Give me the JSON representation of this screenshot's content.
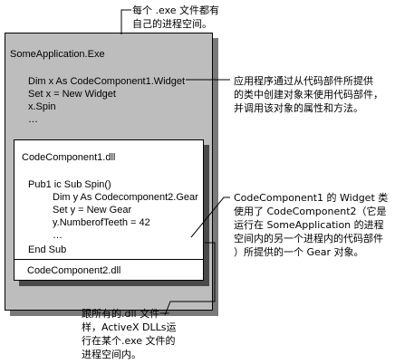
{
  "callouts": {
    "process_note": [
      "每个 .exe 文件都有",
      "自己的进程空间。"
    ],
    "app_note": [
      "应用程序通过从代码部件所提供",
      "的类中创建对象来使用代码部件，",
      "并调用该对象的属性和方法。"
    ],
    "component_note": [
      "CodeComponent1 的 Widget 类",
      "使用了 CodeComponent2（它是",
      "运行在 SomeApplication 的进程",
      "空间内的另一个进程内的代码部件",
      "）所提供的一个 Gear 对象。"
    ],
    "dll_note": [
      "跟所有的.dll 文件一",
      "样，ActiveX DLLs运",
      "行在某个.exe 文件的",
      "进程空间内。"
    ]
  },
  "exe": {
    "title": "SomeApplication.Exe",
    "code": [
      "Dim x As CodeComponent1.Widget",
      "Set x = New Widget",
      "x.Spin",
      "…"
    ]
  },
  "dll1": {
    "title": "CodeComponent1.dll",
    "code_sub": "Pub1 ic Sub Spin()",
    "code_body": [
      "Dim y As Codecomponent2.Gear",
      "Set y = New Gear",
      "y.NumberofTeeth = 42",
      "…"
    ],
    "code_end": "End Sub"
  },
  "dll2": {
    "title": "CodeComponent2.dll"
  }
}
